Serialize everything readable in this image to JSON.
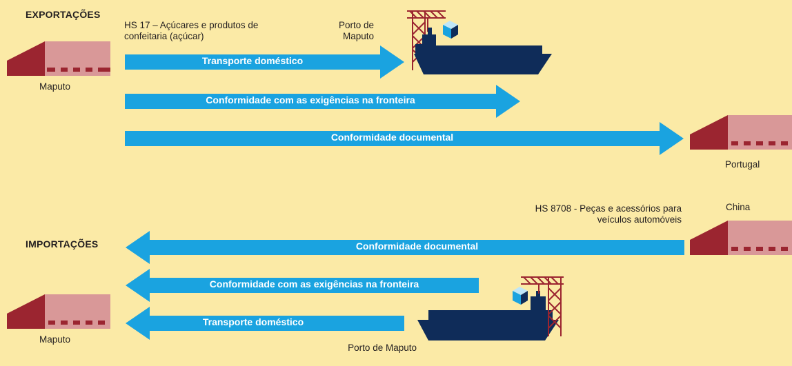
{
  "colors": {
    "background": "#fbeaa6",
    "arrow": "#1aa3e0",
    "ship": "#0f2c59",
    "crane": "#9b2530",
    "warehouse_roof": "#9b2530",
    "warehouse_wall": "#d99898",
    "cargo_box": "#1aa3e0",
    "text": "#231f20"
  },
  "exports": {
    "title": "EXPORTAÇÕES",
    "product": "HS 17 – Açúcares e produtos de confeitaria (açúcar)",
    "port": "Porto de Maputo",
    "origin": "Maputo",
    "destination": "Portugal",
    "arrows": [
      "Transporte doméstico",
      "Conformidade com as exigências na fronteira",
      "Conformidade documental"
    ]
  },
  "imports": {
    "title": "IMPORTAÇÕES",
    "product": "HS 8708 - Peças e acessórios para veículos automóveis",
    "origin": "China",
    "destination": "Maputo",
    "port": "Porto de Maputo",
    "arrows": [
      "Conformidade documental",
      "Conformidade com as exigências na fronteira",
      "Transporte doméstico"
    ]
  }
}
